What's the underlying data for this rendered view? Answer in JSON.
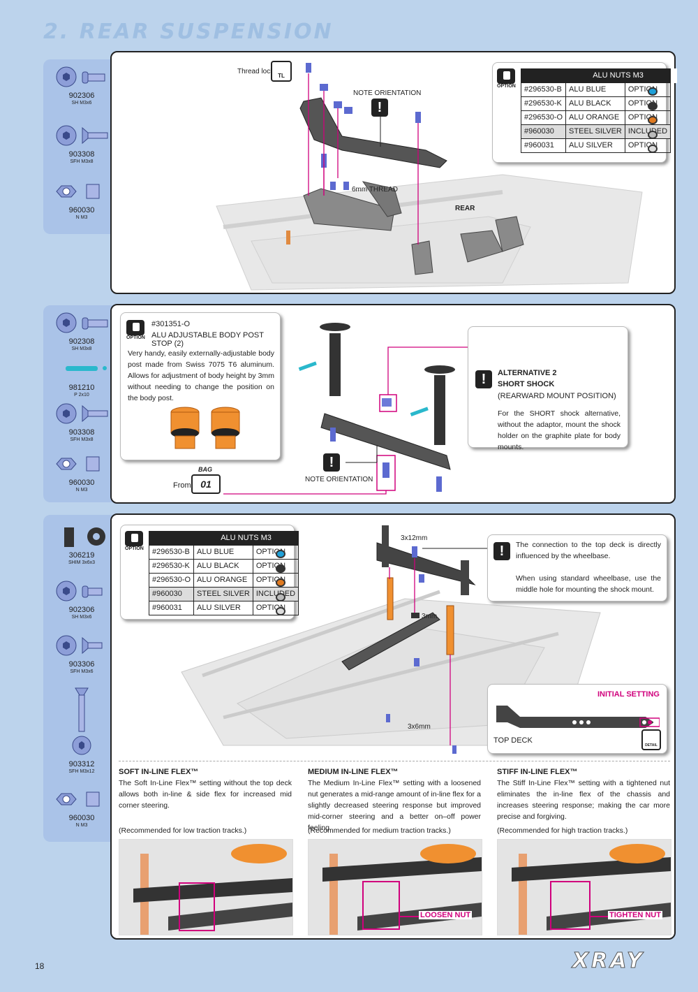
{
  "page": {
    "title": "2. REAR SUSPENSION",
    "page_number": "18",
    "brand": "XRAY"
  },
  "colors": {
    "background": "#bcd3ec",
    "sidebar": "#aac3e8",
    "accent_pink": "#d0007c",
    "nut_blue": "#1fa0d8",
    "nut_black": "#333333",
    "nut_orange": "#e07a20",
    "nut_steel": "#bbbbbb",
    "nut_silver": "#dddddd"
  },
  "section1": {
    "parts": [
      {
        "num": "902306",
        "desc": "SH M3x6"
      },
      {
        "num": "903308",
        "desc": "SFH M3x8"
      },
      {
        "num": "960030",
        "desc": "N M3"
      }
    ],
    "thread_lock": "Thread lock",
    "tl_badge": "TL",
    "note_orientation": "NOTE ORIENTATION",
    "thread_label": "6mm THREAD",
    "rear_label": "REAR",
    "option_label": "OPTION",
    "table": {
      "header": "ALU NUTS M3",
      "rows": [
        {
          "code": "#296530-B",
          "name": "ALU BLUE",
          "status": "OPTION"
        },
        {
          "code": "#296530-K",
          "name": "ALU BLACK",
          "status": "OPTION"
        },
        {
          "code": "#296530-O",
          "name": "ALU ORANGE",
          "status": "OPTION"
        },
        {
          "code": "#960030",
          "name": "STEEL SILVER",
          "status": "INCLUDED"
        },
        {
          "code": "#960031",
          "name": "ALU SILVER",
          "status": "OPTION"
        }
      ]
    }
  },
  "section2": {
    "parts": [
      {
        "num": "902308",
        "desc": "SH M3x8"
      },
      {
        "num": "981210",
        "desc": "P 2x10"
      },
      {
        "num": "903308",
        "desc": "SFH M3x8"
      },
      {
        "num": "960030",
        "desc": "N M3"
      }
    ],
    "option": {
      "label": "OPTION",
      "code": "#301351-O",
      "name": "ALU ADJUSTABLE BODY POST STOP (2)",
      "text": "Very handy, easily externally-adjustable body post made from Swiss 7075 T6 aluminum. Allows for adjustment of body height by 3mm without needing to change the position on the body post."
    },
    "bag_label": "BAG",
    "bag_number": "01",
    "from_label": "From",
    "note_orientation": "NOTE ORIENTATION",
    "alternative": {
      "title1": "ALTERNATIVE 2",
      "title2": "SHORT SHOCK",
      "subtitle": "(REARWARD MOUNT POSITION)",
      "text": "For the SHORT shock alternative, without the adaptor, mount the shock holder on the graphite plate for body mounts."
    }
  },
  "section3": {
    "parts": [
      {
        "num": "306219",
        "desc": "SHIM 3x6x3"
      },
      {
        "num": "902306",
        "desc": "SH M3x6"
      },
      {
        "num": "903306",
        "desc": "SFH M3x6"
      },
      {
        "num": "903312",
        "desc": "SFH M3x12"
      },
      {
        "num": "960030",
        "desc": "N M3"
      }
    ],
    "option_label": "OPTION",
    "table": {
      "header": "ALU NUTS M3",
      "rows": [
        {
          "code": "#296530-B",
          "name": "ALU BLUE",
          "status": "OPTION"
        },
        {
          "code": "#296530-K",
          "name": "ALU BLACK",
          "status": "OPTION"
        },
        {
          "code": "#296530-O",
          "name": "ALU ORANGE",
          "status": "OPTION"
        },
        {
          "code": "#960030",
          "name": "STEEL SILVER",
          "status": "INCLUDED"
        },
        {
          "code": "#960031",
          "name": "ALU SILVER",
          "status": "OPTION"
        }
      ]
    },
    "label_3x12": "3x12mm",
    "label_3mm": "3mm",
    "label_3x6": "3x6mm",
    "note": {
      "text1": "The connection to the top deck is directly influenced by the wheelbase.",
      "text2": "When using standard wheelbase, use the middle hole for mounting the shock mount."
    },
    "topdeck": {
      "initial": "INITIAL SETTING",
      "label": "TOP DECK",
      "detail": "DETAIL"
    },
    "flex": [
      {
        "title": "SOFT IN-LINE FLEX™",
        "text": "The Soft In-Line Flex™ setting without the top deck allows both in-line & side flex for increased mid corner steering.",
        "rec": "(Recommended for low traction tracks.)",
        "callout": ""
      },
      {
        "title": "MEDIUM IN-LINE FLEX™",
        "text": "The Medium In-Line Flex™ setting with a loosened nut generates a mid-range amount of in-line flex for a slightly decreased steering response but improved mid-corner steering and a better on–off power feeling.",
        "rec": "(Recommended for medium traction tracks.)",
        "callout": "LOOSEN NUT"
      },
      {
        "title": "STIFF IN-LINE FLEX™",
        "text": "The Stiff In-Line Flex™  setting with a tightened nut eliminates the in-line flex of the chassis and increases steering response; making the car more precise and forgiving.",
        "rec": "(Recommended for high traction tracks.)",
        "callout": "TIGHTEN NUT"
      }
    ]
  }
}
